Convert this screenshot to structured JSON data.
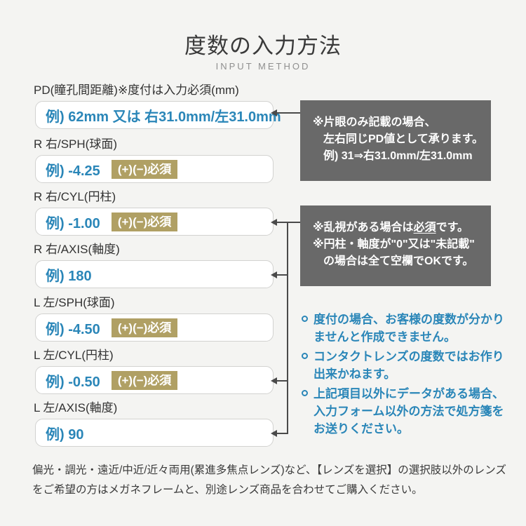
{
  "page": {
    "title": "度数の入力方法",
    "subtitle": "INPUT METHOD",
    "footer_note": "偏光・調光・遠近/中近/近々両用(累進多焦点レンズ)など、【レンズを選択】の選択肢以外のレンズをご希望の方はメガネフレームと、別途レンズ商品を合わせてご購入ください。"
  },
  "colors": {
    "background": "#f4f4f2",
    "accent_blue": "#2a86b8",
    "badge_tan": "#b0a064",
    "note_gray": "#696969",
    "text_dark": "#3a3a3a",
    "box_border": "#d2d2d0",
    "arrow": "#4a4a4a"
  },
  "badge_label": "(+)(−)必須",
  "fields": [
    {
      "id": "pd",
      "label": "PD(瞳孔間距離)※度付は入力必須(mm)",
      "example": "例) 62mm 又は 右31.0mm/左31.0mm",
      "required_badge": false
    },
    {
      "id": "r-sph",
      "label": "R 右/SPH(球面)",
      "example": "例) -4.25",
      "required_badge": true
    },
    {
      "id": "r-cyl",
      "label": "R 右/CYL(円柱)",
      "example": "例) -1.00",
      "required_badge": true
    },
    {
      "id": "r-axis",
      "label": "R 右/AXIS(軸度)",
      "example": "例) 180",
      "required_badge": false
    },
    {
      "id": "l-sph",
      "label": "L 左/SPH(球面)",
      "example": "例) -4.50",
      "required_badge": true
    },
    {
      "id": "l-cyl",
      "label": "L 左/CYL(円柱)",
      "example": "例) -0.50",
      "required_badge": true
    },
    {
      "id": "l-axis",
      "label": "L 左/AXIS(軸度)",
      "example": "例) 90",
      "required_badge": false
    }
  ],
  "notes": {
    "pd_note": {
      "lines": [
        "※片眼のみ記載の場合、",
        "左右同じPD値として承ります。",
        "例) 31⇒右31.0mm/左31.0mm"
      ]
    },
    "cyl_axis_note": {
      "line1_pre": "※乱視がある場合は",
      "line1_underlined": "必須",
      "line1_post": "です。",
      "line2": "※円柱・軸度が\"0\"又は\"未記載\"",
      "line3": "の場合は全て空欄でOKです。"
    }
  },
  "bullets": [
    "度付の場合、お客様の度数が分かりませんと作成できません。",
    "コンタクトレンズの度数ではお作り出来かねます。",
    "上記項目以外にデータがある場合、入力フォーム以外の方法で処方箋をお送りください。"
  ]
}
